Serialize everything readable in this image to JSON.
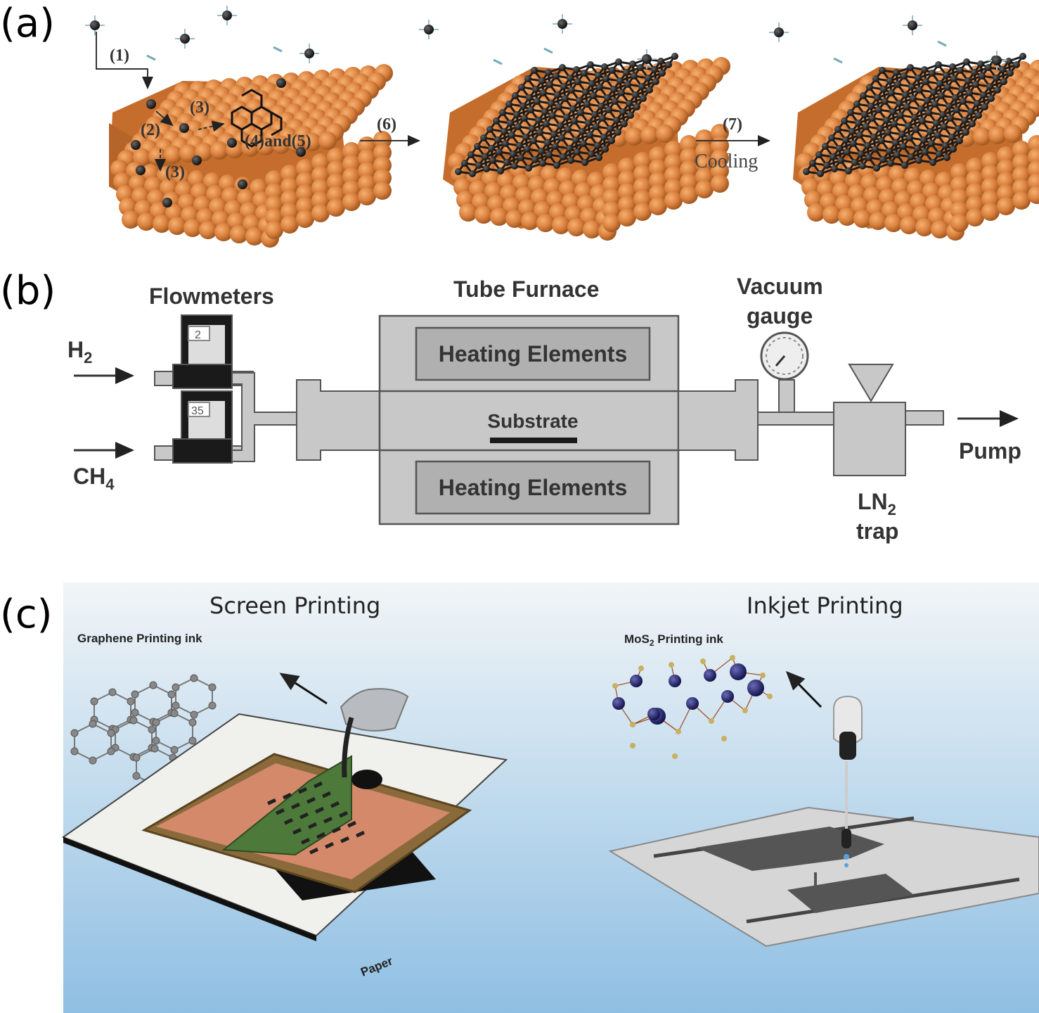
{
  "panel_a": {
    "label": "(a)",
    "steps": {
      "s1": "(1)",
      "s2": "(2)",
      "s3a": "(3)",
      "s3b": "(3)",
      "s45": "(4)and(5)",
      "s6": "(6)",
      "s7": "(7)"
    },
    "cooling": "Cooling",
    "colors": {
      "copper": "#d9803e",
      "carbon": "#1e1e1e"
    }
  },
  "panel_b": {
    "label": "(b)",
    "flowmeters": "Flowmeters",
    "tube_furnace": "Tube Furnace",
    "vacuum": "Vacuum",
    "gauge": "gauge",
    "h2": "H",
    "h2_sub": "2",
    "ch4": "CH",
    "ch4_sub": "4",
    "flow1": "2",
    "flow2": "35",
    "heating_top": "Heating Elements",
    "heating_bottom": "Heating Elements",
    "substrate": "Substrate",
    "pump": "Pump",
    "ln": "LN",
    "ln_sub": "2",
    "trap": "trap",
    "colors": {
      "fill": "#c8c8c8",
      "dark": "#1a1a1a",
      "stroke": "#555555"
    }
  },
  "panel_c": {
    "label": "(c)",
    "screen_title": "Screen Printing",
    "inkjet_title": "Inkjet Printing",
    "graphene_ink": "Graphene Printing ink",
    "mos2_prefix": "MoS",
    "mos2_sub": "2",
    "mos2_suffix": " Printing ink",
    "paper": "Paper",
    "colors": {
      "bg_top": "#f1f5f7",
      "bg_bottom": "#8fbfe3",
      "mesh": "#d48a6a",
      "frame": "#8a6a3a"
    }
  }
}
